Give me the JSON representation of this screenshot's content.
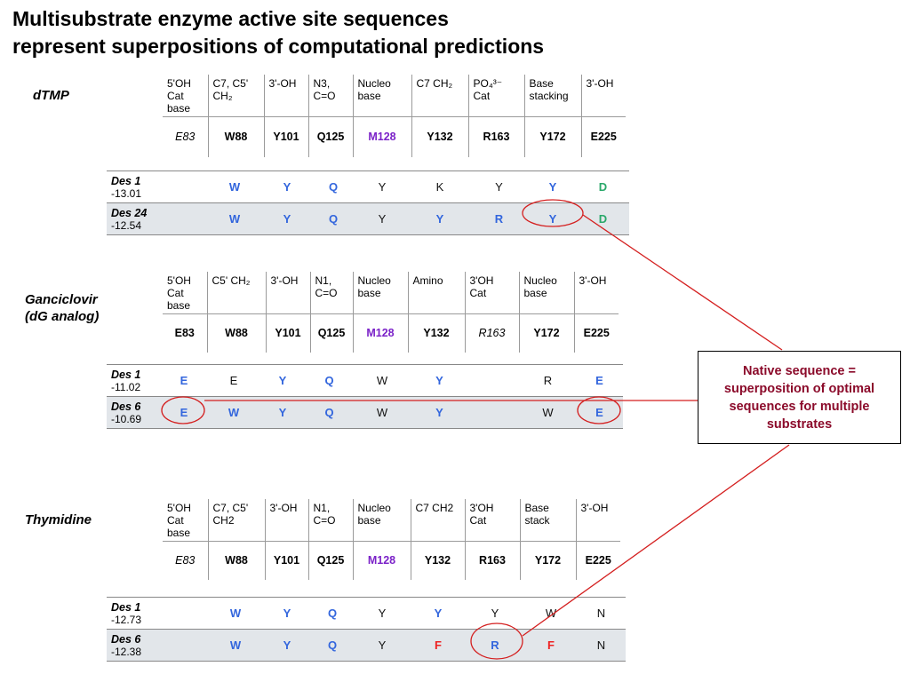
{
  "title": {
    "line1": "Multisubstrate enzyme active site sequences",
    "line2": "represent superpositions of computational predictions"
  },
  "sections": [
    {
      "id": "dtmp",
      "label_lines": [
        "dTMP"
      ],
      "header": [
        [
          "5'OH",
          "Cat",
          "base"
        ],
        [
          "C7, C5'",
          "CH₂"
        ],
        [
          "3'-OH"
        ],
        [
          "N3,",
          "C=O"
        ],
        [
          "Nucleo",
          "base"
        ],
        [
          "C7 CH₂"
        ],
        [
          "PO₄³⁻",
          "Cat"
        ],
        [
          "Base",
          "stacking"
        ],
        [
          "3'-OH"
        ]
      ],
      "residues": [
        {
          "text": "E83",
          "style": "italic"
        },
        {
          "text": "W88",
          "style": "bold"
        },
        {
          "text": "Y101",
          "style": "bold"
        },
        {
          "text": "Q125",
          "style": "bold"
        },
        {
          "text": "M128",
          "style": "bold",
          "color": "purple"
        },
        {
          "text": "Y132",
          "style": "bold"
        },
        {
          "text": "R163",
          "style": "bold"
        },
        {
          "text": "Y172",
          "style": "bold"
        },
        {
          "text": "E225",
          "style": "bold"
        }
      ],
      "designs": [
        {
          "name": "Des 1",
          "score": "-13.01",
          "cells": [
            {
              "t": "W",
              "c": "blue"
            },
            {
              "t": "Y",
              "c": "blue"
            },
            {
              "t": "Q",
              "c": "blue"
            },
            {
              "t": "Y",
              "c": "black"
            },
            {
              "t": "K",
              "c": "black"
            },
            {
              "t": "Y",
              "c": "black"
            },
            {
              "t": "Y",
              "c": "blue"
            },
            {
              "t": "D",
              "c": "green"
            }
          ]
        },
        {
          "name": "Des 24",
          "score": "-12.54",
          "cells": [
            {
              "t": "W",
              "c": "blue"
            },
            {
              "t": "Y",
              "c": "blue"
            },
            {
              "t": "Q",
              "c": "blue"
            },
            {
              "t": "Y",
              "c": "black"
            },
            {
              "t": "Y",
              "c": "blue"
            },
            {
              "t": "R",
              "c": "blue"
            },
            {
              "t": "Y",
              "c": "blue"
            },
            {
              "t": "D",
              "c": "green"
            }
          ]
        }
      ]
    },
    {
      "id": "ganciclovir",
      "label_lines": [
        "Ganciclovir",
        "(dG analog)"
      ],
      "header": [
        [
          "5'OH",
          "Cat",
          "base"
        ],
        [
          "C5' CH₂"
        ],
        [
          "3'-OH"
        ],
        [
          "N1,",
          "C=O"
        ],
        [
          "Nucleo",
          "base"
        ],
        [
          "Amino"
        ],
        [
          "3'OH",
          "Cat"
        ],
        [
          "Nucleo",
          "base"
        ],
        [
          "3'-OH"
        ]
      ],
      "residues": [
        {
          "text": "E83",
          "style": "bold"
        },
        {
          "text": "W88",
          "style": "bold"
        },
        {
          "text": "Y101",
          "style": "bold"
        },
        {
          "text": "Q125",
          "style": "bold"
        },
        {
          "text": "M128",
          "style": "bold",
          "color": "purple"
        },
        {
          "text": "Y132",
          "style": "bold"
        },
        {
          "text": "R163",
          "style": "italic"
        },
        {
          "text": "Y172",
          "style": "bold"
        },
        {
          "text": "E225",
          "style": "bold"
        }
      ],
      "designs": [
        {
          "name": "Des 1",
          "score": "-11.02",
          "cells": [
            {
              "t": "E",
              "c": "blue"
            },
            {
              "t": "E",
              "c": "black"
            },
            {
              "t": "Y",
              "c": "blue"
            },
            {
              "t": "Q",
              "c": "blue"
            },
            {
              "t": "W",
              "c": "black"
            },
            {
              "t": "Y",
              "c": "blue"
            },
            {
              "t": "",
              "c": "black"
            },
            {
              "t": "R",
              "c": "black"
            },
            {
              "t": "E",
              "c": "blue"
            }
          ]
        },
        {
          "name": "Des 6",
          "score": "-10.69",
          "cells": [
            {
              "t": "E",
              "c": "blue"
            },
            {
              "t": "W",
              "c": "blue"
            },
            {
              "t": "Y",
              "c": "blue"
            },
            {
              "t": "Q",
              "c": "blue"
            },
            {
              "t": "W",
              "c": "black"
            },
            {
              "t": "Y",
              "c": "blue"
            },
            {
              "t": "",
              "c": "black"
            },
            {
              "t": "W",
              "c": "black"
            },
            {
              "t": "E",
              "c": "blue"
            }
          ]
        }
      ]
    },
    {
      "id": "thymidine",
      "label_lines": [
        "Thymidine"
      ],
      "header": [
        [
          "5'OH",
          "Cat",
          "base"
        ],
        [
          "C7, C5'",
          "CH2"
        ],
        [
          "3'-OH"
        ],
        [
          "N1,",
          "C=O"
        ],
        [
          "Nucleo",
          "base"
        ],
        [
          "C7 CH2"
        ],
        [
          "3'OH",
          "Cat"
        ],
        [
          "Base",
          "stack"
        ],
        [
          "3'-OH"
        ]
      ],
      "residues": [
        {
          "text": "E83",
          "style": "italic"
        },
        {
          "text": "W88",
          "style": "bold"
        },
        {
          "text": "Y101",
          "style": "bold"
        },
        {
          "text": "Q125",
          "style": "bold"
        },
        {
          "text": "M128",
          "style": "bold",
          "color": "purple"
        },
        {
          "text": "Y132",
          "style": "bold"
        },
        {
          "text": "R163",
          "style": "bold"
        },
        {
          "text": "Y172",
          "style": "bold"
        },
        {
          "text": "E225",
          "style": "bold"
        }
      ],
      "designs": [
        {
          "name": "Des 1",
          "score": "-12.73",
          "cells": [
            {
              "t": "W",
              "c": "blue"
            },
            {
              "t": "Y",
              "c": "blue"
            },
            {
              "t": "Q",
              "c": "blue"
            },
            {
              "t": "Y",
              "c": "black"
            },
            {
              "t": "Y",
              "c": "blue"
            },
            {
              "t": "Y",
              "c": "black"
            },
            {
              "t": "W",
              "c": "black"
            },
            {
              "t": "N",
              "c": "black"
            }
          ]
        },
        {
          "name": "Des 6",
          "score": "-12.38",
          "cells": [
            {
              "t": "W",
              "c": "blue"
            },
            {
              "t": "Y",
              "c": "blue"
            },
            {
              "t": "Q",
              "c": "blue"
            },
            {
              "t": "Y",
              "c": "black"
            },
            {
              "t": "F",
              "c": "red"
            },
            {
              "t": "R",
              "c": "blue"
            },
            {
              "t": "F",
              "c": "red"
            },
            {
              "t": "N",
              "c": "black"
            }
          ]
        }
      ]
    }
  ],
  "callout": {
    "line1": "Native sequence =",
    "line2": "superposition of optimal",
    "line3": "sequences for multiple",
    "line4": "substrates"
  },
  "colors": {
    "blue": "#3366dd",
    "green": "#2aa86a",
    "red": "#ee2222",
    "black": "#111111",
    "purple": "#7b22c8",
    "annotation": "#d41f1f",
    "callout_text": "#8b0a2a"
  }
}
